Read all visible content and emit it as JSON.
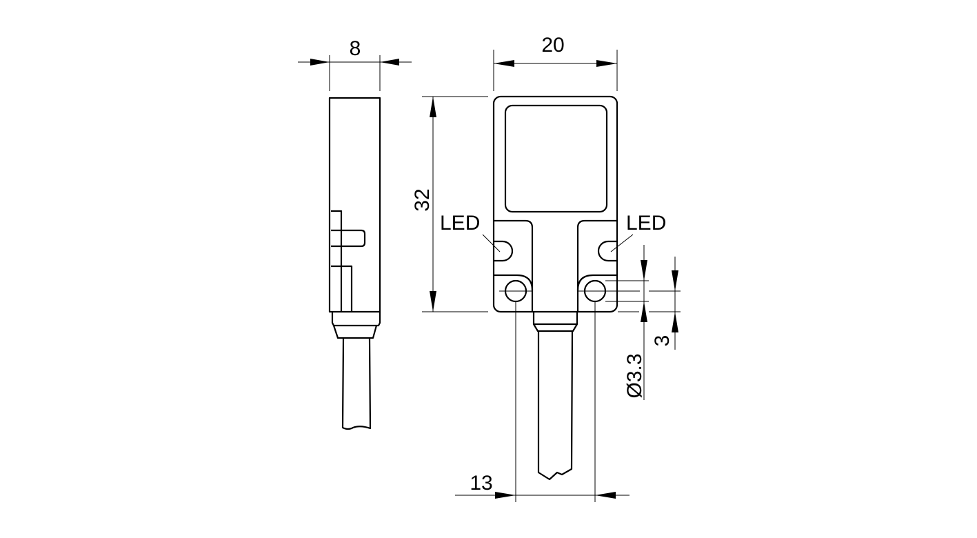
{
  "title": "Sensor dimension drawing",
  "dimensions": {
    "width_side": "8",
    "width_front": "20",
    "height": "32",
    "hole_spacing": "13",
    "hole_diameter": "Ø3.3",
    "hole_offset": "3"
  },
  "labels": {
    "led_left": "LED",
    "led_right": "LED"
  },
  "colors": {
    "line": "#000000",
    "background": "#ffffff"
  }
}
